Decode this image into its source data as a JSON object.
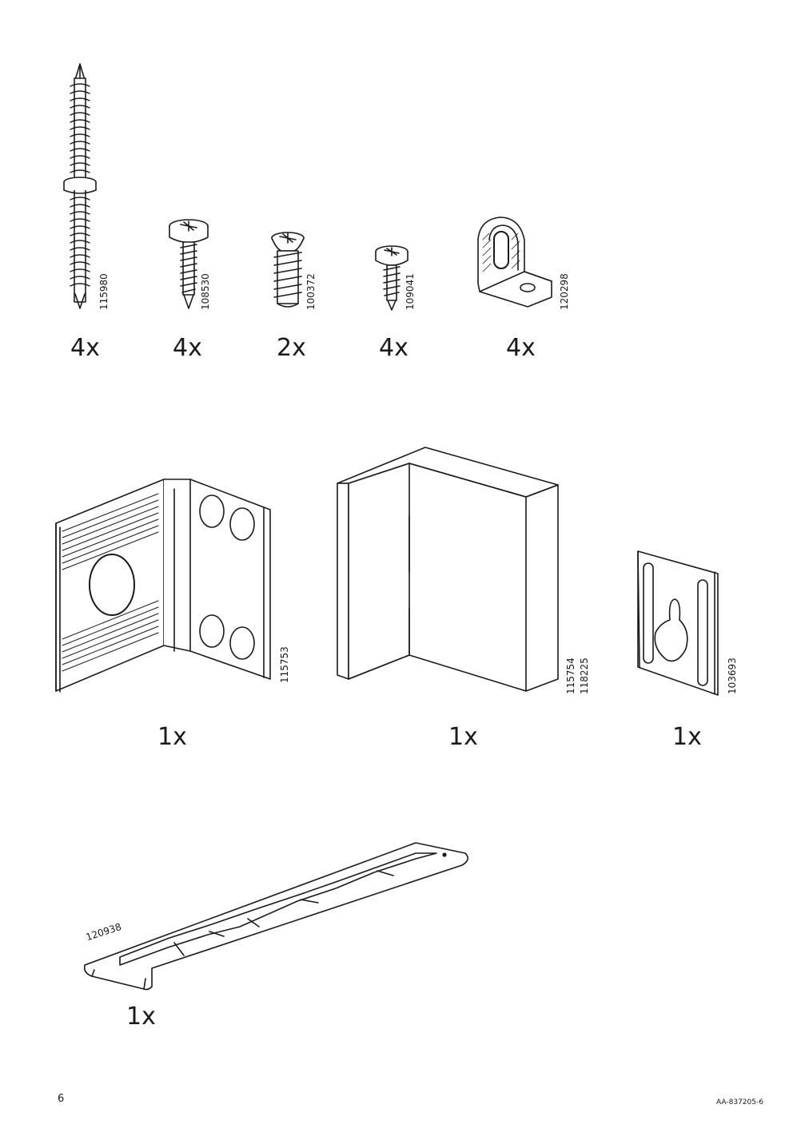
{
  "parts": [
    {
      "code": "115980",
      "qty": "4x"
    },
    {
      "code": "108530",
      "qty": "4x"
    },
    {
      "code": "100372",
      "qty": "2x"
    },
    {
      "code": "109041",
      "qty": "4x"
    },
    {
      "code": "120298",
      "qty": "4x"
    },
    {
      "code": "115753",
      "qty": "1x"
    },
    {
      "codes": [
        "115754",
        "118225"
      ],
      "qty": "1x"
    },
    {
      "code": "103693",
      "qty": "1x"
    },
    {
      "code": "120938",
      "qty": "1x"
    }
  ],
  "footer": {
    "page_number": "6",
    "doc_id": "AA-837205-6"
  }
}
